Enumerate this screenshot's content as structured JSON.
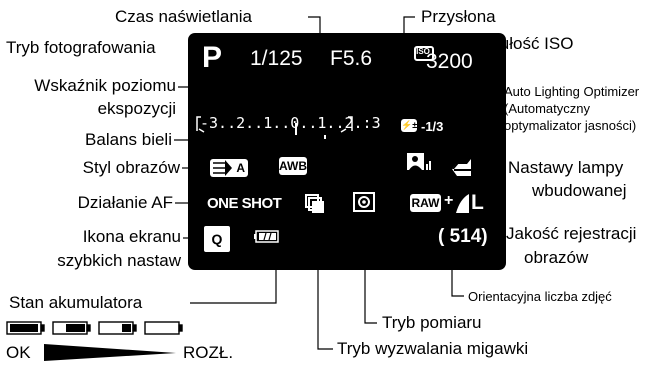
{
  "labels": {
    "shutter_time": "Czas naświetlania",
    "aperture": "Przysłona",
    "shooting_mode": "Tryb fotografowania",
    "iso_sensitivity": "Czułość ISO",
    "exposure_level_1": "Wskaźnik poziomu",
    "exposure_level_2": "ekspozycji",
    "alo_1": "Auto Lighting Optimizer",
    "alo_2": "(Automatyczny",
    "alo_3": "optymalizator jasności)",
    "white_balance": "Balans bieli",
    "picture_style": "Styl obrazów",
    "flash_settings_1": "Nastawy lampy",
    "flash_settings_2": "wbudowanej",
    "af_operation": "Działanie AF",
    "image_quality_1": "Jakość rejestracji",
    "image_quality_2": "obrazów",
    "quick_control_1": "Ikona ekranu",
    "quick_control_2": "szybkich nastaw",
    "battery_status": "Stan akumulatora",
    "shots_remaining": "Orientacyjna liczba zdjęć",
    "metering_mode": "Tryb pomiaru",
    "drive_mode": "Tryb wyzwalania migawki",
    "battery_ok": "OK",
    "battery_discharged": "ROZŁ."
  },
  "screen": {
    "mode": "P",
    "shutter": "1/125",
    "aperture": "F5.6",
    "iso_badge": "ISO",
    "iso": "3200",
    "exposure_scale": "-3..2..1..0..1..2.:3",
    "flash_comp": "-1/3",
    "wb": "AWB",
    "style_badge": "A",
    "af": "ONE SHOT",
    "raw": "RAW",
    "quality": "L",
    "shots": "( 514)",
    "q_icon": "Q"
  },
  "colors": {
    "screen_bg": "#000000",
    "screen_fg": "#ffffff",
    "leader": "#000000"
  }
}
